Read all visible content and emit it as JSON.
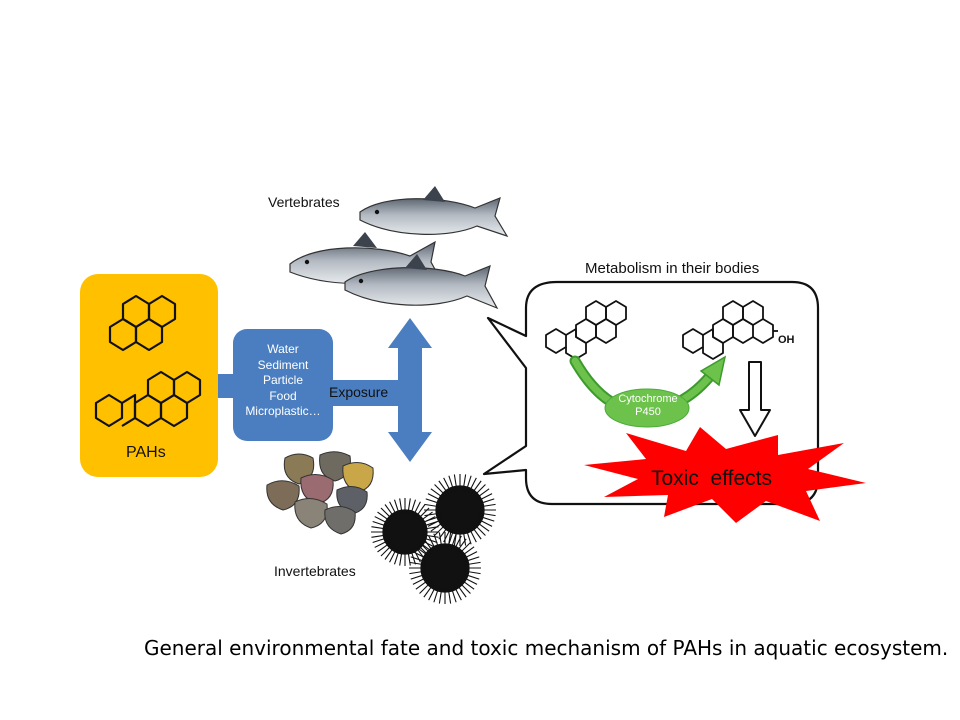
{
  "labels": {
    "vertebrates": "Vertebrates",
    "invertebrates": "Invertebrates",
    "metabolism": "Metabolism in their bodies",
    "exposure": "Exposure",
    "pahs": "PAHs",
    "oh": "OH",
    "enzyme_line1": "Cytochrome",
    "enzyme_line2": "P450",
    "toxic": "Toxic  effects"
  },
  "sources": [
    "Water",
    "Sediment",
    "Particle",
    "Food",
    "Microplastic…"
  ],
  "caption": "General environmental fate and toxic mechanism of PAHs in aquatic ecosystem.",
  "colors": {
    "pah_box": "#ffc000",
    "source_box": "#4a7ec0",
    "exposure_arrow": "#4a7ec0",
    "enzyme": "#6cc24a",
    "toxic_burst": "#ff0000"
  }
}
